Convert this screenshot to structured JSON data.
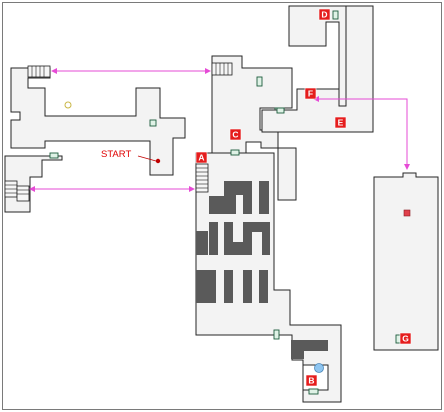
{
  "start_label": "START",
  "markers": {
    "a": "A",
    "b": "B",
    "c": "C",
    "d": "D",
    "e": "E",
    "f": "F",
    "g": "G"
  },
  "colors": {
    "room_fill": "#f3f3f3",
    "wall": "#262626",
    "obstacle": "#5a5a5a",
    "link": "#e64bd6",
    "marker": "#e51d1d",
    "door": "#dff2e6",
    "start_dot": "#c00000",
    "item_red": "#e0404b",
    "item_blue": "#8ec5f0",
    "item_yellow": "#e6d87a"
  }
}
